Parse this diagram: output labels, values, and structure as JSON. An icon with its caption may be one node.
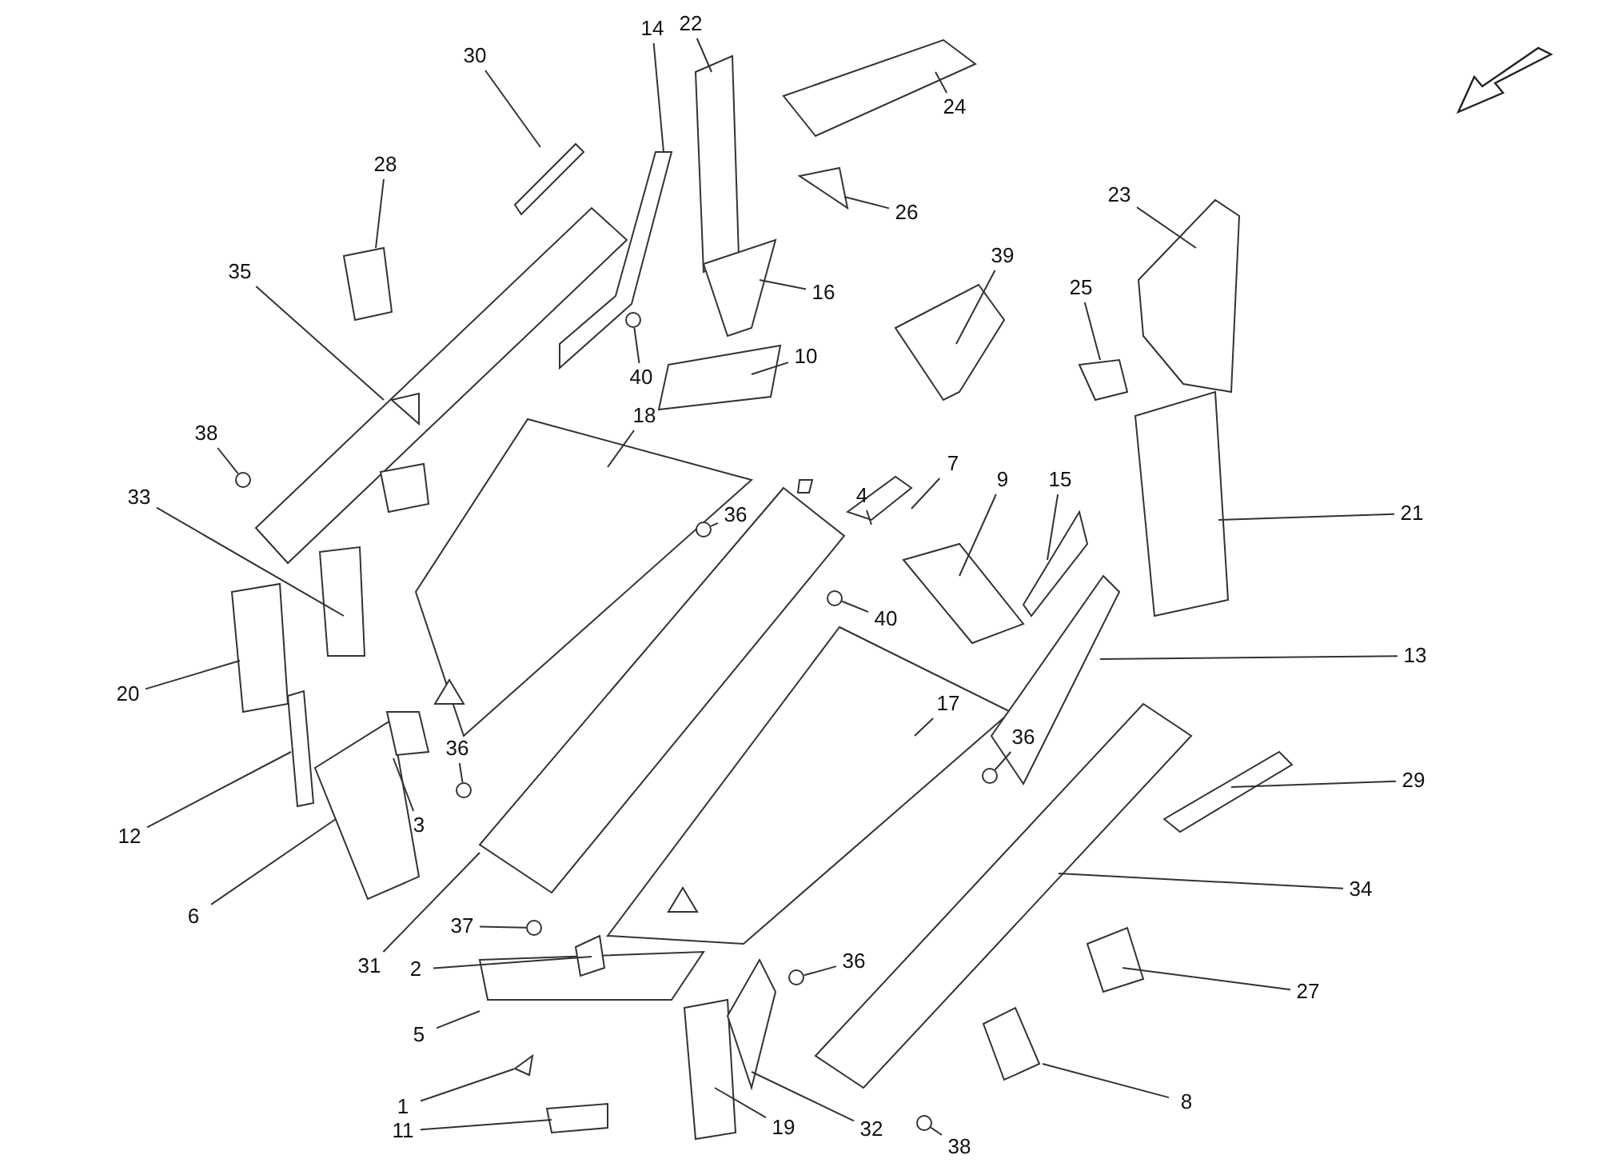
{
  "diagram": {
    "nodes": [
      {
        "text": [
          "14"
        ]
      },
      {
        "text": [
          "22"
        ]
      },
      {
        "text": [
          "30"
        ]
      },
      {
        "text": [
          "24"
        ]
      },
      {
        "text": [
          "28"
        ]
      },
      {
        "text": [
          "26"
        ]
      },
      {
        "text": [
          "23"
        ]
      },
      {
        "text": [
          "35"
        ]
      },
      {
        "text": [
          "16"
        ]
      },
      {
        "text": [
          "39"
        ]
      },
      {
        "text": [
          "25"
        ]
      },
      {
        "text": [
          "10"
        ]
      },
      {
        "text": [
          "40"
        ]
      },
      {
        "text": [
          "38"
        ]
      },
      {
        "text": [
          "18"
        ]
      },
      {
        "text": [
          "33"
        ]
      },
      {
        "text": [
          "36"
        ]
      },
      {
        "text": [
          "4"
        ]
      },
      {
        "text": [
          "7"
        ]
      },
      {
        "text": [
          "9"
        ]
      },
      {
        "text": [
          "15"
        ]
      },
      {
        "text": [
          "21"
        ]
      },
      {
        "text": [
          "40"
        ]
      },
      {
        "text": [
          "20"
        ]
      },
      {
        "text": [
          "17"
        ]
      },
      {
        "text": [
          "13"
        ]
      },
      {
        "text": [
          "36"
        ]
      },
      {
        "text": [
          "12"
        ]
      },
      {
        "text": [
          "3"
        ]
      },
      {
        "text": [
          "36"
        ]
      },
      {
        "text": [
          "29"
        ]
      },
      {
        "text": [
          "6"
        ]
      },
      {
        "text": [
          "31"
        ]
      },
      {
        "text": [
          "34"
        ]
      },
      {
        "text": [
          "37"
        ]
      },
      {
        "text": [
          "2"
        ]
      },
      {
        "text": [
          "36"
        ]
      },
      {
        "text": [
          "27"
        ]
      },
      {
        "text": [
          "5"
        ]
      },
      {
        "text": [
          "1"
        ]
      },
      {
        "text": [
          "11"
        ]
      },
      {
        "text": [
          "19"
        ]
      },
      {
        "text": [
          "32"
        ]
      },
      {
        "text": [
          "38"
        ]
      },
      {
        "text": [
          "8"
        ]
      },
      {
        "text": [],
        "shape": "circle"
      },
      {
        "text": [],
        "shape": "circle"
      },
      {
        "text": [],
        "shape": "circle"
      },
      {
        "text": [],
        "shape": "circle"
      },
      {
        "text": [],
        "shape": "circle"
      },
      {
        "text": [],
        "shape": "circle"
      },
      {
        "text": [],
        "shape": "circle"
      },
      {
        "text": [],
        "shape": "circle"
      },
      {
        "text": [],
        "shape": "circle"
      },
      {
        "text": [],
        "shape": "picture"
      }
    ],
    "edges": [
      {
        "from": 0,
        "to": null,
        "arrow": "none"
      },
      {
        "from": 1,
        "to": null,
        "arrow": "none"
      },
      {
        "from": 2,
        "to": null,
        "arrow": "none"
      },
      {
        "from": 3,
        "to": null,
        "arrow": "none"
      },
      {
        "from": 4,
        "to": null,
        "arrow": "none"
      },
      {
        "from": 5,
        "to": null,
        "arrow": "none"
      },
      {
        "from": 6,
        "to": null,
        "arrow": "none"
      },
      {
        "from": 7,
        "to": null,
        "arrow": "none"
      },
      {
        "from": 8,
        "to": null,
        "arrow": "none"
      },
      {
        "from": 9,
        "to": null,
        "arrow": "none"
      },
      {
        "from": 10,
        "to": null,
        "arrow": "none"
      },
      {
        "from": 11,
        "to": null,
        "arrow": "none"
      },
      {
        "from": 12,
        "to": 45,
        "arrow": "none"
      },
      {
        "from": 13,
        "to": 46,
        "arrow": "none"
      },
      {
        "from": 14,
        "to": null,
        "arrow": "none"
      },
      {
        "from": 15,
        "to": null,
        "arrow": "none"
      },
      {
        "from": 16,
        "to": 47,
        "arrow": "none"
      },
      {
        "from": 17,
        "to": null,
        "arrow": "none"
      },
      {
        "from": 18,
        "to": null,
        "arrow": "none"
      },
      {
        "from": 19,
        "to": null,
        "arrow": "none"
      },
      {
        "from": 20,
        "to": null,
        "arrow": "none"
      },
      {
        "from": 21,
        "to": null,
        "arrow": "none"
      },
      {
        "from": 22,
        "to": 48,
        "arrow": "none"
      },
      {
        "from": 23,
        "to": null,
        "arrow": "none"
      },
      {
        "from": 24,
        "to": null,
        "arrow": "none"
      },
      {
        "from": 25,
        "to": null,
        "arrow": "none"
      },
      {
        "from": 26,
        "to": 49,
        "arrow": "none"
      },
      {
        "from": 27,
        "to": null,
        "arrow": "none"
      },
      {
        "from": 28,
        "to": null,
        "arrow": "none"
      },
      {
        "from": 29,
        "to": 50,
        "arrow": "none"
      },
      {
        "from": 30,
        "to": null,
        "arrow": "none"
      },
      {
        "from": 31,
        "to": null,
        "arrow": "none"
      },
      {
        "from": 32,
        "to": null,
        "arrow": "none"
      },
      {
        "from": 33,
        "to": null,
        "arrow": "none"
      },
      {
        "from": 34,
        "to": 51,
        "arrow": "none"
      },
      {
        "from": 35,
        "to": null,
        "arrow": "none"
      },
      {
        "from": 36,
        "to": 52,
        "arrow": "none"
      },
      {
        "from": 37,
        "to": null,
        "arrow": "none"
      },
      {
        "from": 38,
        "to": null,
        "arrow": "none"
      },
      {
        "from": 39,
        "to": 54,
        "arrow": "none"
      },
      {
        "from": 40,
        "to": null,
        "arrow": "none"
      },
      {
        "from": 41,
        "to": null,
        "arrow": "none"
      },
      {
        "from": 42,
        "to": null,
        "arrow": "none"
      },
      {
        "from": 43,
        "to": 53,
        "arrow": "none"
      },
      {
        "from": 44,
        "to": null,
        "arrow": "none"
      }
    ]
  }
}
